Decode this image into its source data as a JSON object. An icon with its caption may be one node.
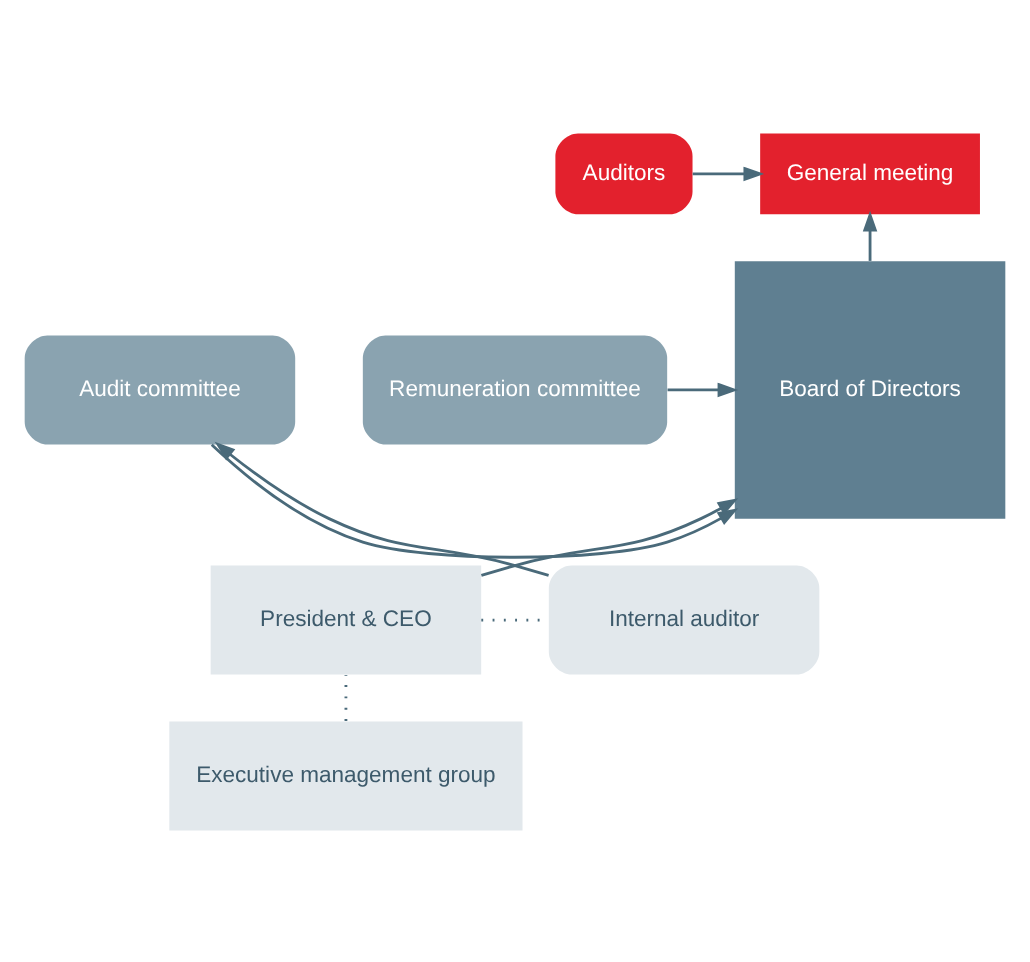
{
  "diagram": {
    "nodes": [
      {
        "text": [
          "General meeting"
        ]
      },
      {
        "text": [
          "Auditors"
        ]
      },
      {
        "text": [
          "Board of Directors"
        ]
      },
      {
        "text": [
          "Remuneration committee"
        ]
      },
      {
        "text": [
          "Audit committee"
        ]
      },
      {
        "text": [
          "President & CEO"
        ]
      },
      {
        "text": [
          "Internal auditor"
        ]
      },
      {
        "text": [
          "Executive management group"
        ]
      }
    ],
    "edges": [
      {
        "from": 1,
        "to": 0,
        "arrow": "to"
      },
      {
        "from": 2,
        "to": 0,
        "arrow": "to"
      },
      {
        "from": 3,
        "to": 2,
        "arrow": "to"
      },
      {
        "from": 4,
        "to": 2,
        "arrow": "to"
      },
      {
        "from": 5,
        "to": 2,
        "arrow": "to"
      },
      {
        "from": 6,
        "to": 4,
        "arrow": "to"
      },
      {
        "from": 5,
        "to": 6,
        "arrow": "none",
        "style": "dashed"
      },
      {
        "from": 7,
        "to": 5,
        "arrow": "none",
        "style": "dashed"
      }
    ]
  }
}
